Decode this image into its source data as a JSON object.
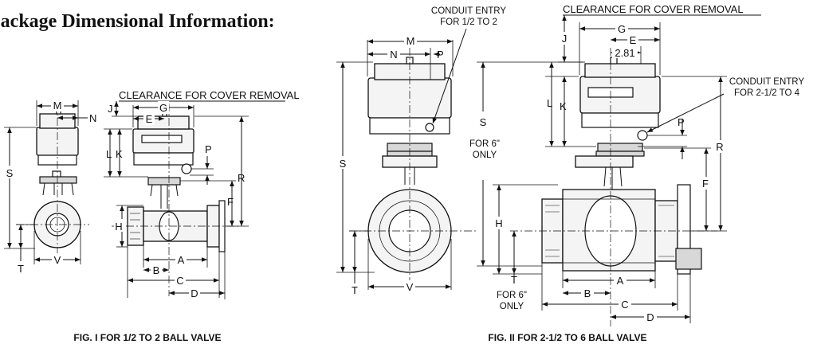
{
  "title": "Package Dimensional Information:",
  "fig1": {
    "caption": "FIG. I FOR 1/2 TO 2 BALL VALVE",
    "clearance": "CLEARANCE FOR COVER REMOVAL",
    "labels": {
      "M": "M",
      "N": "N",
      "S": "S",
      "T": "T",
      "V": "V",
      "J": "J",
      "G": "G",
      "E": "E",
      "L": "L",
      "K": "K",
      "P": "P",
      "R": "R",
      "F": "F",
      "H": "H",
      "A": "A",
      "B": "B",
      "C": "C",
      "D": "D"
    }
  },
  "fig2": {
    "caption": "FIG. II FOR 2-1/2 TO 6 BALL VALVE",
    "clearance": "CLEARANCE FOR COVER REMOVAL",
    "conduit_small": [
      "CONDUIT ENTRY",
      "FOR 1/2 TO 2"
    ],
    "conduit_large": [
      "CONDUIT ENTRY",
      "FOR 2-1/2 TO 4"
    ],
    "dim_281": "2.81",
    "for6_upper": [
      "FOR 6\"",
      "ONLY"
    ],
    "for6_lower": [
      "FOR 6\"",
      "ONLY"
    ],
    "labels": {
      "M": "M",
      "N": "N",
      "P": "P",
      "S": "S",
      "T": "T",
      "V": "V",
      "J": "J",
      "G": "G",
      "E": "E",
      "L": "L",
      "K": "K",
      "P2": "P",
      "R": "R",
      "F": "F",
      "H": "H",
      "A": "A",
      "B": "B",
      "C": "C",
      "D": "D"
    }
  }
}
